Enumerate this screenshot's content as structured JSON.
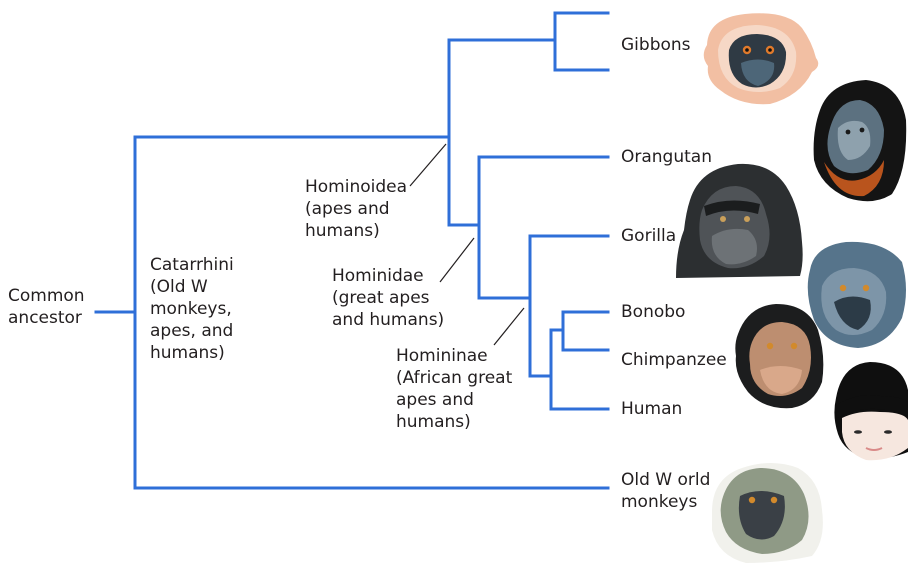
{
  "root": {
    "line1": "Common",
    "line2": "ancestor"
  },
  "clades": {
    "catarrhini": [
      "Catarrhini",
      "(Old W",
      "monkeys,",
      "apes, and",
      "humans)"
    ],
    "hominoidea": [
      "Hominoidea",
      "(apes and",
      "humans)"
    ],
    "hominidae": [
      "Hominidae",
      "(great apes",
      "and humans)"
    ],
    "homininae": [
      "Homininae",
      "(African great",
      "apes and",
      "humans)"
    ]
  },
  "taxa": {
    "gibbons": "Gibbons",
    "orangutan": "Orangutan",
    "gorilla": "Gorilla",
    "bonobo": "Bonobo",
    "chimpanzee": "Chimpanzee",
    "human": "Human",
    "old_world_1": "Old W orld",
    "old_world_2": "monkeys"
  },
  "colors": {
    "branch": "#2f6fd8",
    "text": "#231f20"
  },
  "icons": [
    "gibbon-face-icon",
    "orangutan-face-icon",
    "gorilla-face-icon",
    "bonobo-face-icon",
    "chimpanzee-face-icon",
    "human-face-icon",
    "old-world-monkey-face-icon"
  ]
}
